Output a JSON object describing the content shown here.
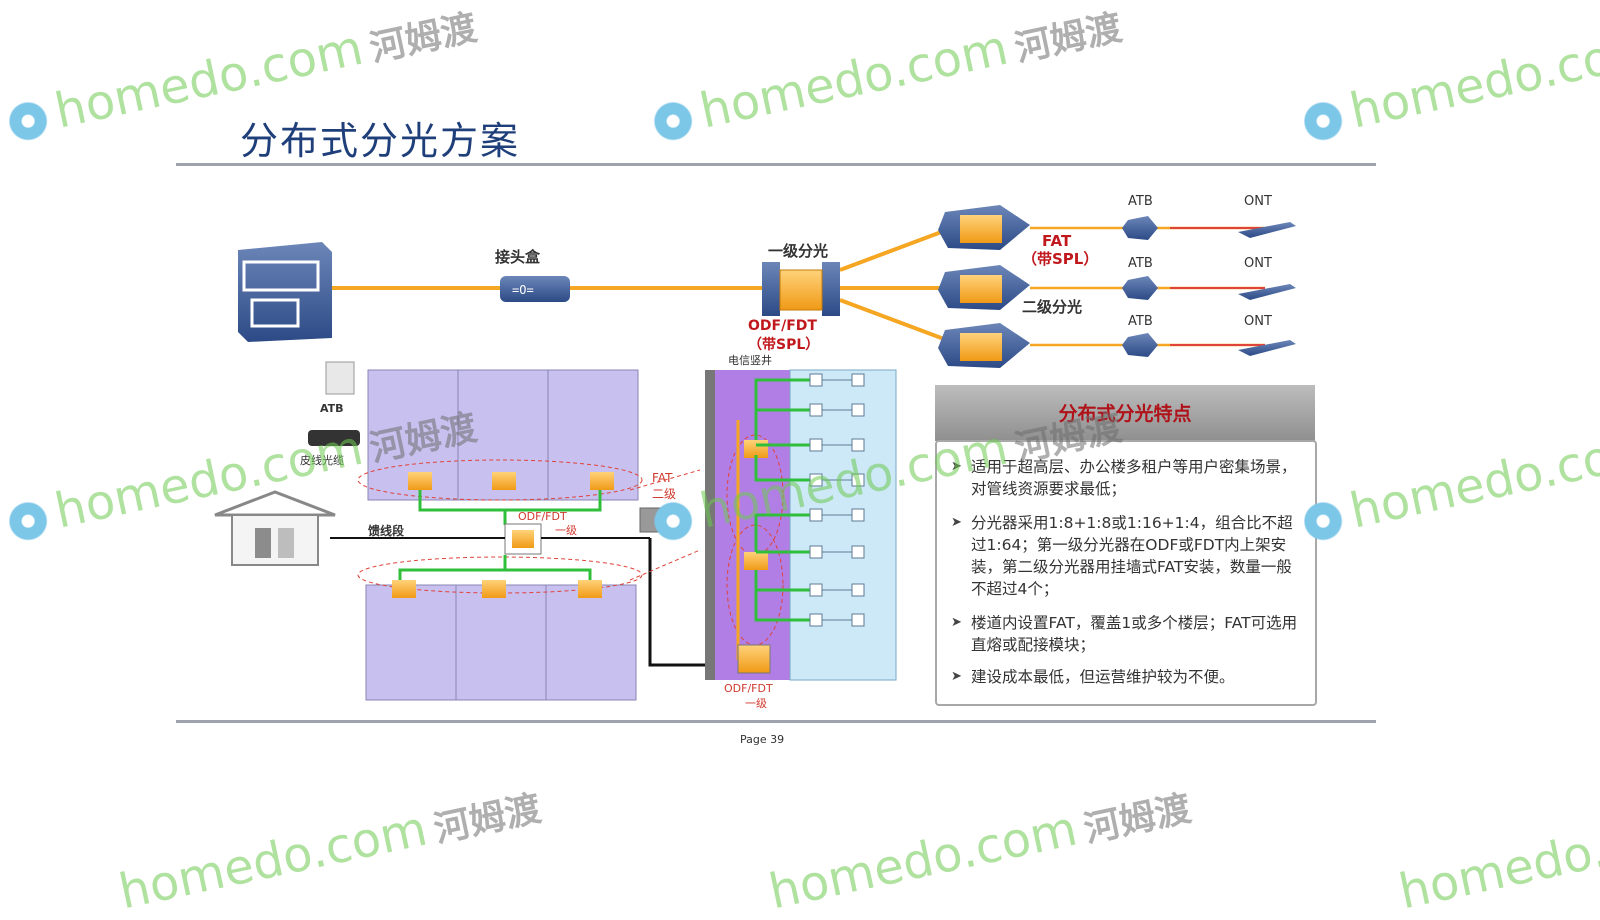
{
  "slide": {
    "title": "分布式分光方案",
    "page": "Page 39"
  },
  "diagram": {
    "splice_box_label": "接头盒",
    "level1_label": "一级分光",
    "odf_label_line1": "ODF/FDT",
    "odf_label_line2": "（带SPL）",
    "fat_label_line1": "FAT",
    "fat_label_line2": "（带SPL）",
    "level2_label": "二级分光",
    "atb": "ATB",
    "ont": "ONT",
    "telecom_shaft": "电信竖井",
    "atb_small": "ATB",
    "cable_label": "皮线光缆",
    "fat_level2_line1": "FAT",
    "fat_level2_line2": "二级",
    "odf_level1_mid_line1": "ODF/FDT",
    "odf_level1_mid_line2": "一级",
    "odf_level1_bottom_line1": "ODF/FDT",
    "odf_level1_bottom_line2": "一级",
    "feeder": "馈线段"
  },
  "features": {
    "heading": "分布式分光特点",
    "items": [
      "适用于超高层、办公楼多租户等用户密集场景，对管线资源要求最低；",
      "分光器采用1:8+1:8或1:16+1:4，组合比不超过1:64；第一级分光器在ODF或FDT内上架安装，第二级分光器用挂墙式FAT安装，数量一般不超过4个；",
      "楼道内设置FAT，覆盖1或多个楼层；FAT可选用直熔或配接模块；",
      "建设成本最低，但运营维护较为不便。"
    ]
  },
  "watermark": {
    "text": "homedo.com",
    "cn": "河姆渡"
  },
  "colors": {
    "fiber": "#f5a623",
    "title": "#1f3f7a",
    "accent_red": "#c0181c",
    "building": "#b9b0e8",
    "green_wire": "#2fbf3a"
  }
}
